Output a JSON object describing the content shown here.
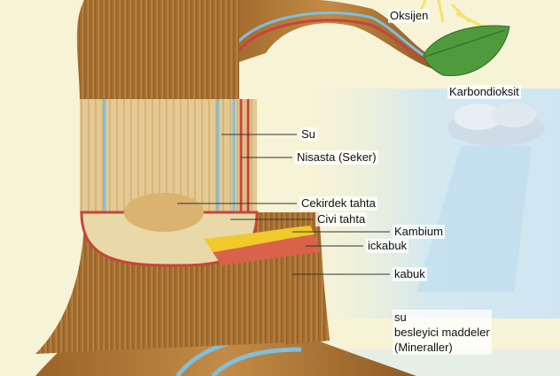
{
  "labels": {
    "oxygen": "Oksijen",
    "carbon_dioxide": "Karbondioksit",
    "water": "Su",
    "starch": "Nisasta (Seker)",
    "heartwood": "Cekirdek tahta",
    "sapwood": "Civi tahta",
    "cambium": "Kambium",
    "inner_bark": "ickabuk",
    "bark": "kabuk",
    "soil_water": "su",
    "nutrients": "besleyici maddeler",
    "minerals": "(Mineraller)"
  },
  "colors": {
    "background": "#f7f3d6",
    "sky": "#cfe6f2",
    "bark": "#b57d3c",
    "wood": "#e2c58c",
    "water_vessel": "#7fbfe0",
    "starch_vessel": "#c8443a",
    "cambium": "#f0c92a",
    "leaf": "#4f9a3c"
  }
}
